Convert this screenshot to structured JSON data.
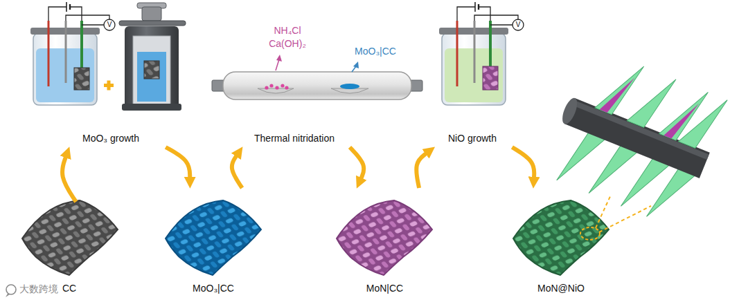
{
  "diagram": {
    "nodes": [
      {
        "text": [
          "CC"
        ]
      },
      {
        "text": [
          "MoO₃ growth"
        ]
      },
      {
        "text": [
          "MoO₃|CC"
        ]
      },
      {
        "text": [
          "Thermal nitridation"
        ]
      },
      {
        "text": [
          "MoN|CC"
        ]
      },
      {
        "text": [
          "NiO growth"
        ]
      },
      {
        "text": [
          "MoN@NiO"
        ]
      }
    ],
    "edges": [
      {
        "from": 0,
        "to": 1,
        "arrow": "to"
      },
      {
        "from": 1,
        "to": 2,
        "arrow": "to"
      },
      {
        "from": 2,
        "to": 3,
        "arrow": "to"
      },
      {
        "from": 3,
        "to": 4,
        "arrow": "to"
      },
      {
        "from": 4,
        "to": 5,
        "arrow": "to"
      },
      {
        "from": 5,
        "to": 6,
        "arrow": "to"
      }
    ],
    "labels": [
      "V",
      "NH₄Cl",
      "Ca(OH)₂",
      "MoO₃|CC",
      "V",
      "大数跨境"
    ]
  }
}
